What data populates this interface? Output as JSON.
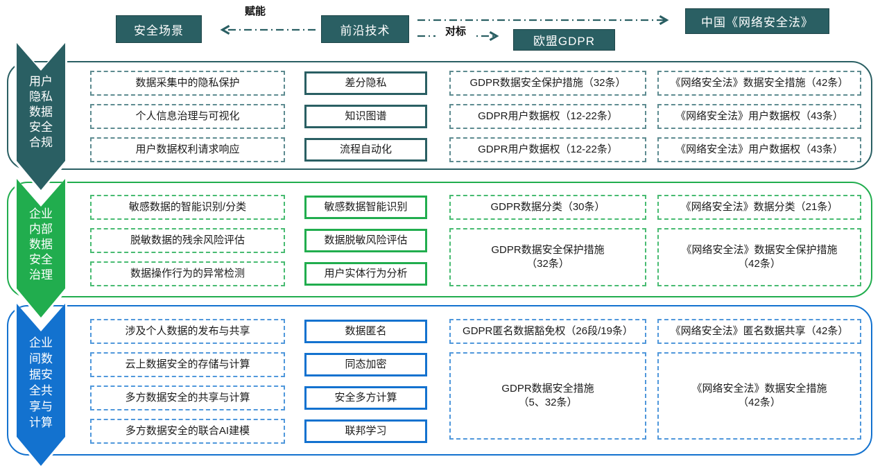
{
  "title": "安全场景-前沿技术-法规对标图",
  "colors": {
    "teal": "#2a5f63",
    "green": "#21ad4e",
    "blue": "#1372cf"
  },
  "header": {
    "scenario_label": "安全场景",
    "tech_label": "前沿技术",
    "gdpr_label": "欧盟GDPR",
    "law_label": "中国《网络安全法》",
    "empower_label": "赋能",
    "benchmark_label": "对标"
  },
  "arrows": [
    {
      "name": "empower-arrow",
      "from": "前沿技术",
      "to": "安全场景",
      "style": "dash-dot"
    },
    {
      "name": "benchmark-arrow-law",
      "from": "前沿技术",
      "to": "中国《网络安全法》",
      "style": "dash-dot"
    },
    {
      "name": "benchmark-arrow-gdpr",
      "from": "前沿技术",
      "to": "欧盟GDPR",
      "style": "dash-dot"
    }
  ],
  "rows": [
    {
      "id": "user-privacy-compliance",
      "color": "#2a5f63",
      "ribbon": "用户\n隐私\n数据\n安全\n合规",
      "scenarios": [
        "数据采集中的隐私保护",
        "个人信息治理与可视化",
        "用户数据权利请求响应"
      ],
      "technologies": [
        "差分隐私",
        "知识图谱",
        "流程自动化"
      ],
      "gdpr": [
        "GDPR数据安全保护措施（32条）",
        "GDPR用户数据权（12-22条）",
        "GDPR用户数据权（12-22条）"
      ],
      "law": [
        "《网络安全法》数据安全措施（42条）",
        "《网络安全法》用户数据权（43条）",
        "《网络安全法》用户数据权（43条）"
      ]
    },
    {
      "id": "enterprise-internal-governance",
      "color": "#21ad4e",
      "ribbon": "企业\n内部\n数据\n安全\n治理",
      "scenarios": [
        "敏感数据的智能识别/分类",
        "脱敏数据的残余风险评估",
        "数据操作行为的异常检测"
      ],
      "technologies": [
        "敏感数据智能识别",
        "数据脱敏风险评估",
        "用户实体行为分析"
      ],
      "gdpr": [
        "GDPR数据分类（30条）",
        "GDPR数据安全保护措施\n（32条）"
      ],
      "law": [
        "《网络安全法》数据分类（21条）",
        "《网络安全法》数据安全保护措施\n（42条）"
      ]
    },
    {
      "id": "inter-enterprise-sharing-computing",
      "color": "#1372cf",
      "ribbon": "企业\n间数\n据安\n全共\n享与\n计算",
      "scenarios": [
        "涉及个人数据的发布与共享",
        "云上数据安全的存储与计算",
        "多方数据安全的共享与计算",
        "多方数据安全的联合AI建模"
      ],
      "technologies": [
        "数据匿名",
        "同态加密",
        "安全多方计算",
        "联邦学习"
      ],
      "gdpr": [
        "GDPR匿名数据豁免权（26段/19条）",
        "GDPR数据安全措施\n（5、32条）"
      ],
      "law": [
        "《网络安全法》匿名数据共享（42条）",
        "《网络安全法》数据安全措施\n（42条）"
      ]
    }
  ]
}
